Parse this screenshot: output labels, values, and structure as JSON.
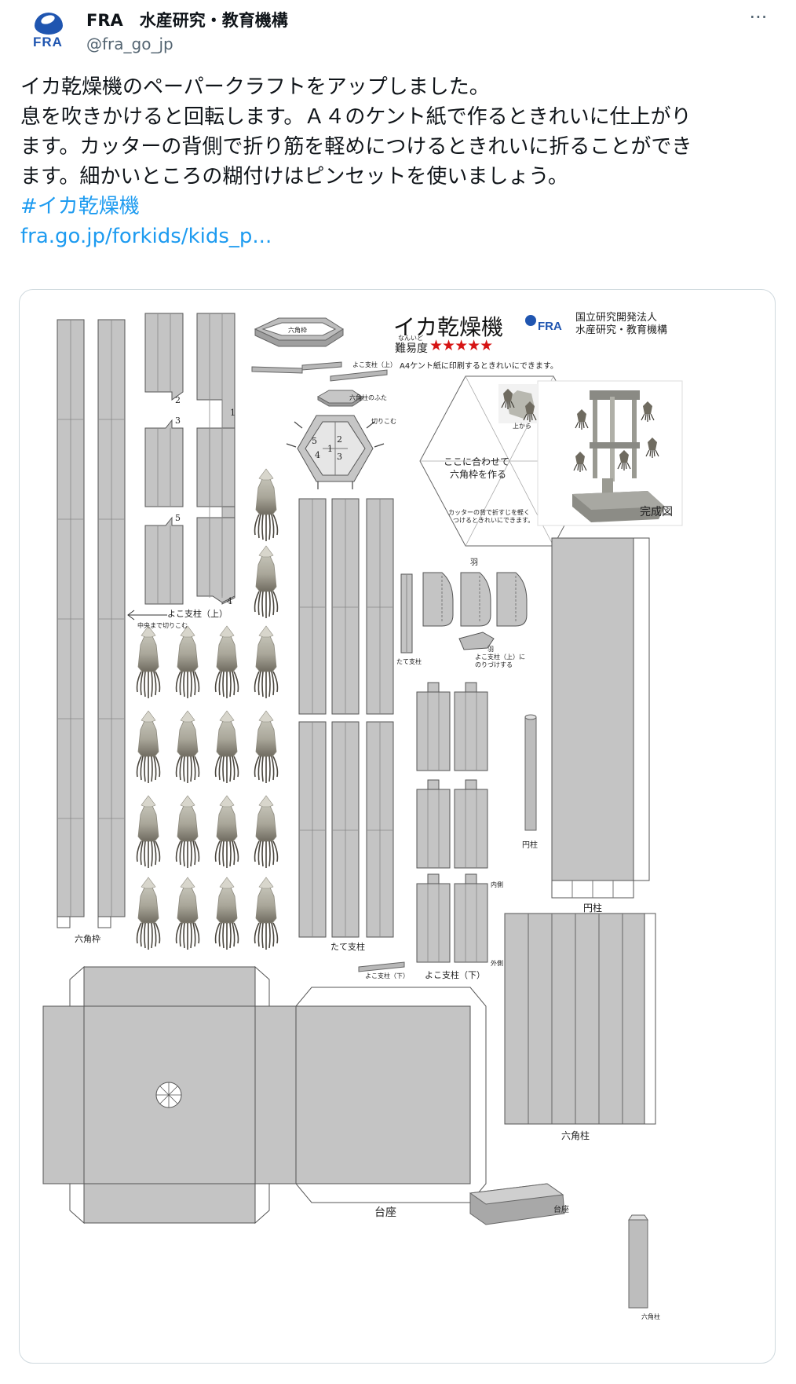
{
  "tweet": {
    "display_name": "FRA　水産研究・教育機構",
    "handle": "@fra_go_jp",
    "avatar_text": "FRA",
    "more_label": "···",
    "text_lines": [
      "イカ乾燥機のペーパークラフトをアップしました。",
      "息を吹きかけると回転します。Ａ４のケント紙で作るときれいに仕上がり",
      "ます。カッターの背側で折り筋を軽めにつけるときれいに折ることができ",
      "ます。細かいところの糊付けはピンセットを使いましょう。"
    ],
    "hashtag": "#イカ乾燥機",
    "link": "fra.go.jp/forkids/kids_p..."
  },
  "craft_sheet": {
    "title": "イカ乾燥機",
    "difficulty_ruby": "なんいど",
    "difficulty_label": "難易度",
    "difficulty_stars": "★★★★★",
    "org_line1": "国立研究開発法人",
    "org_line2": "水産研究・教育機構",
    "org_logo": "FRA",
    "print_note": "A4ケント紙に印刷するときれいにできます。",
    "hex_frame": "六角枠",
    "yoko_upper_small": "よこ支柱（上）",
    "hex_lid": "六角柱のふた",
    "cut_in": "切りこむ",
    "guide_line1": "ここに合わせて",
    "guide_line2": "六角枠を作る",
    "cutter_line1": "カッターの背で折すじを軽く",
    "cutter_line2": "つけるときれいにできます。",
    "from_top": "上から",
    "completed": "完成図",
    "wing": "羽",
    "vertical_post_small": "たて支柱",
    "glue_line1": "羽",
    "glue_line2": "よこ支柱（上）に",
    "glue_line3": "のりづけする",
    "yoko_upper": "よこ支柱（上）",
    "cut_center": "中央まで切りこむ",
    "vertical_post": "たて支柱",
    "hex_frame_label": "六角枠",
    "cylinder_small": "円柱",
    "cylinder": "円柱",
    "inside": "内側",
    "outside": "外側",
    "yoko_lower_small": "よこ支柱（下）",
    "yoko_lower": "よこ支柱（下）",
    "hex_pillar": "六角柱",
    "base": "台座",
    "base_small": "台座",
    "hex_pillar_small": "六角柱",
    "num_1": "1",
    "num_2": "2",
    "num_3": "3",
    "num_4": "4",
    "num_5": "5"
  }
}
